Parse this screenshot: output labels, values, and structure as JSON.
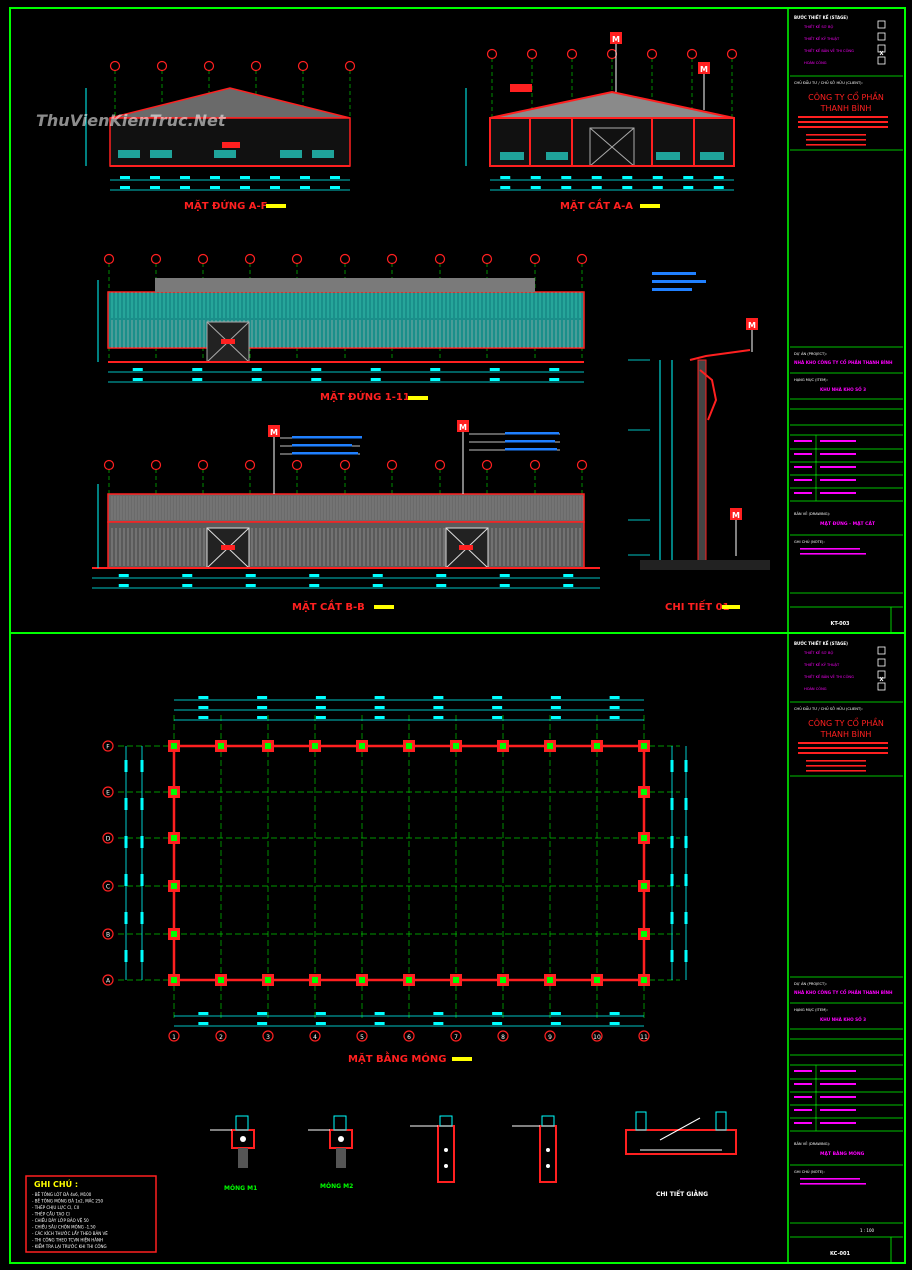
{
  "watermark": "ThuVienKienTruc.Net",
  "colors": {
    "frame": "#00ff00",
    "red": "#ff2020",
    "cyan": "#00ffff",
    "magenta": "#ff00ff",
    "white": "#ffffff",
    "yellow": "#ffff00",
    "grey": "#9a9a9a",
    "green_grid": "#00c800"
  },
  "sheet_top": {
    "titles": {
      "elev_af": "MẶT ĐỨNG A-F",
      "sec_aa": "MẶT CẮT A-A",
      "elev_111": "MẶT ĐỨNG 1-11",
      "sec_bb": "MẶT CẮT B-B",
      "detail": "CHI TIẾT 01"
    },
    "callout_tags": [
      "M",
      "M",
      "M",
      "M",
      "M",
      "M"
    ],
    "title_block": {
      "stage_header": "BƯỚC THIẾT KẾ (STAGE)",
      "stage_items": [
        "THIẾT KẾ SƠ BỘ",
        "THIẾT KẾ KỸ THUẬT",
        "THIẾT KẾ BẢN VẼ THI CÔNG",
        "HOÀN CÔNG"
      ],
      "owner_label": "CHỦ ĐẦU TƯ / CHỦ SỞ HỮU (CLIENT):",
      "company_line1": "CÔNG TY CỔ PHẦN",
      "company_line2": "THANH BÌNH",
      "project_label": "DỰ ÁN (PROJECT):",
      "project_name": "NHÀ KHO CÔNG TY CỔ PHẦN THANH BÌNH",
      "item_label": "HẠNG MỤC (ITEM):",
      "item_name": "KHU NHÀ KHO SỐ 3",
      "drawing_label": "BẢN VẼ (DRAWING):",
      "drawing_name": "MẶT ĐỨNG - MẶT CẮT",
      "note_label": "GHI CHÚ (NOTE):",
      "sheet_no": "KT-003"
    }
  },
  "sheet_bottom": {
    "titles": {
      "plan": "MẶT BẰNG MÓNG",
      "d1": "MÓNG M1",
      "d2": "MÓNG M2",
      "d5": "CHI TIẾT GIẰNG"
    },
    "grid_numbers": [
      "1",
      "2",
      "3",
      "4",
      "5",
      "6",
      "7",
      "8",
      "9",
      "10",
      "11"
    ],
    "grid_letters": [
      "A",
      "B",
      "C",
      "D",
      "E",
      "F"
    ],
    "notes_title": "GHI CHÚ :",
    "notes": [
      "- BÊ TÔNG LÓT ĐÁ 4x6, M100",
      "- BÊ TÔNG MÓNG ĐÁ 1x2, MÁC 250",
      "- THÉP CHỊU LỰC CI, CII",
      "- THÉP CẤU TẠO CI",
      "- CHIỀU DÀY LỚP BẢO VỆ 50",
      "- CHIỀU SÂU CHÔN MÓNG -1.50",
      "- CÁC KÍCH THƯỚC LẤY THEO BẢN VẼ",
      "- THI CÔNG THEO TCVN HIỆN HÀNH",
      "- KIỂM TRA LẠI TRƯỚC KHI THI CÔNG"
    ],
    "title_block": {
      "stage_header": "BƯỚC THIẾT KẾ (STAGE)",
      "stage_items": [
        "THIẾT KẾ SƠ BỘ",
        "THIẾT KẾ KỸ THUẬT",
        "THIẾT KẾ BẢN VẼ THI CÔNG",
        "HOÀN CÔNG"
      ],
      "owner_label": "CHỦ ĐẦU TƯ / CHỦ SỞ HỮU (CLIENT):",
      "company_line1": "CÔNG TY CỔ PHẦN",
      "company_line2": "THANH BÌNH",
      "project_label": "DỰ ÁN (PROJECT):",
      "project_name": "NHÀ KHO CÔNG TY CỔ PHẦN THANH BÌNH",
      "item_label": "HẠNG MỤC (ITEM):",
      "item_name": "KHU NHÀ KHO SỐ 3",
      "drawing_label": "BẢN VẼ (DRAWING):",
      "drawing_name": "MẶT BẰNG MÓNG",
      "note_label": "GHI CHÚ (NOTE):",
      "scale": "1 : 100",
      "sheet_no": "KC-001"
    }
  }
}
